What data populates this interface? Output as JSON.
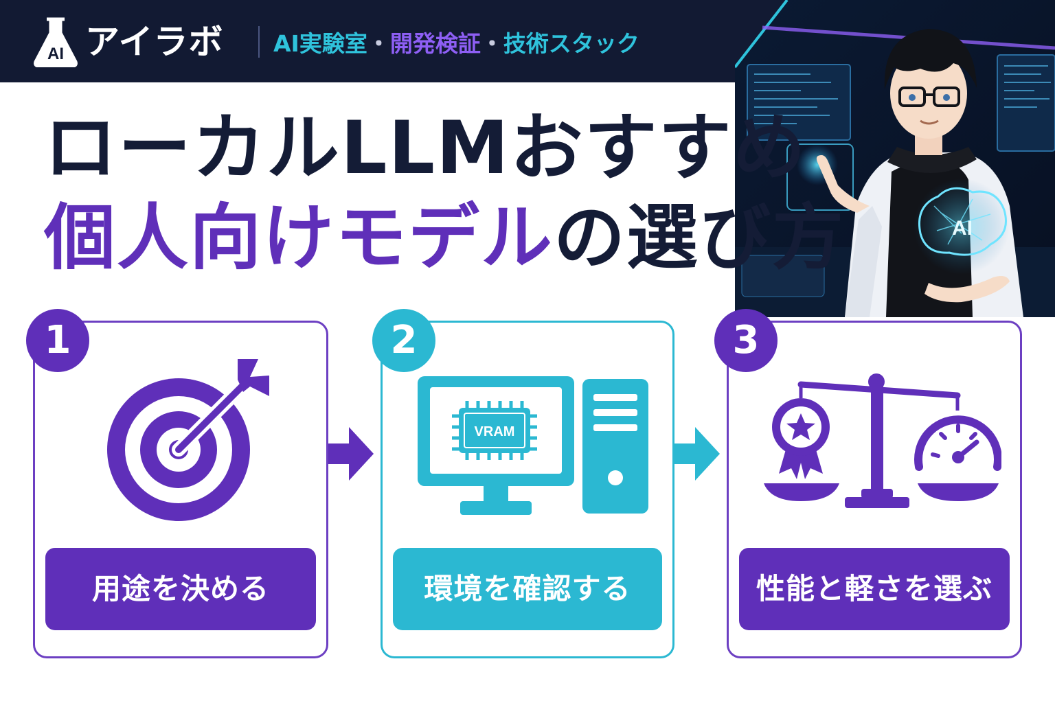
{
  "header": {
    "logo_badge": "AI",
    "brand": "アイラボ",
    "tagline": {
      "item1": "AI実験室",
      "separator": "・",
      "item2": "開発検証",
      "item3": "技術スタック"
    }
  },
  "hero": {
    "icon": "ai-brain-hologram",
    "brain_label": "AI"
  },
  "title": {
    "line1": "ローカルLLMおすすめ",
    "line2_highlight": "個人向けモデル",
    "line2_rest": "の選び方"
  },
  "steps": [
    {
      "number": "1",
      "label": "用途を決める",
      "icon": "target-icon"
    },
    {
      "number": "2",
      "label": "環境を確認する",
      "icon": "desktop-computer-icon",
      "chip_label": "VRAM"
    },
    {
      "number": "3",
      "label": "性能と軽さを選ぶ",
      "icon": "balance-scale-icon"
    }
  ],
  "colors": {
    "header_bg": "#121a33",
    "purple": "#5f2fb9",
    "cyan": "#2bb8d2",
    "dark_text": "#141c36"
  }
}
